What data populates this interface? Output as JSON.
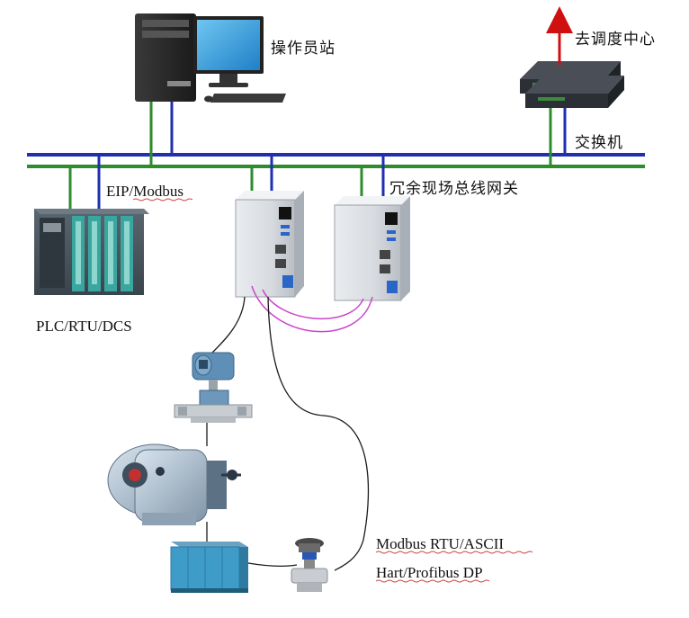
{
  "labels": {
    "operator_station": "操作员站",
    "dispatch_center": "去调度中心",
    "switch": "交换机",
    "eip_modbus": "EIP/Modbus",
    "gateway": "冗余现场总线网关",
    "plc": "PLC/RTU/DCS",
    "protocol_line1": "Modbus RTU/ASCII",
    "protocol_line2": "Hart/Profibus DP"
  },
  "colors": {
    "bus_blue": "#1f2fb0",
    "bus_green": "#2e8b2e",
    "uplink_red": "#d01010",
    "redundant_link": "#cc44cc",
    "field_cable": "#1a1a1a"
  }
}
